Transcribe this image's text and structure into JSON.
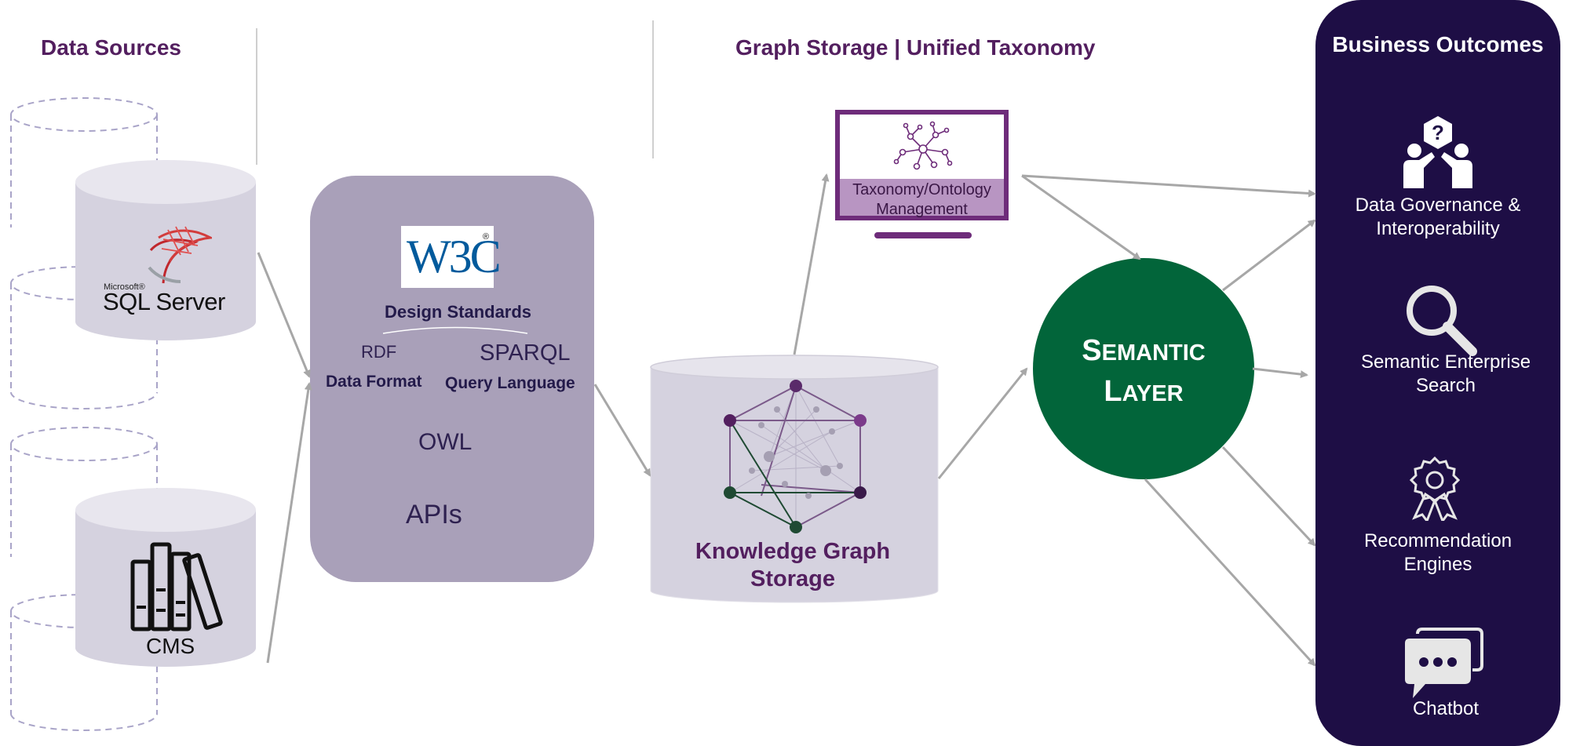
{
  "columns": {
    "data_sources": "Data Sources",
    "graph_storage": "Graph Storage | Unified Taxonomy",
    "business_outcomes": "Business Outcomes"
  },
  "sources": {
    "sql_server_small": "Microsoft®",
    "sql_server": "SQL Server",
    "cms": "CMS"
  },
  "standards": {
    "logo": "W3C",
    "logo_mark": "®",
    "design_standards": "Design Standards",
    "rdf": "RDF",
    "data_format": "Data Format",
    "sparql": "SPARQL",
    "query_language": "Query Language",
    "owl": "OWL",
    "apis": "APIs"
  },
  "storage": {
    "kg_line1": "Knowledge Graph",
    "kg_line2": "Storage",
    "tax_line1": "Taxonomy/Ontology",
    "tax_line2": "Management"
  },
  "semantic_layer": {
    "line1_big": "S",
    "line1_small": "EMANTIC",
    "line2_big": "L",
    "line2_small": "AYER"
  },
  "outcomes": [
    {
      "line1": "Data Governance &",
      "line2": "Interoperability",
      "icon": "people-question-icon"
    },
    {
      "line1": "Semantic Enterprise",
      "line2": "Search",
      "icon": "magnifier-icon"
    },
    {
      "line1": "Recommendation",
      "line2": "Engines",
      "icon": "award-ribbon-icon"
    },
    {
      "line1": "Chatbot",
      "line2": "",
      "icon": "chat-bubble-icon"
    }
  ],
  "colors": {
    "purple_dark": "#531f5f",
    "outcomes_panel": "#1e0e45",
    "standards_panel": "#a9a0b9",
    "cylinder": "#d5d2df",
    "semantic_green": "#02653a",
    "arrow": "#a7a7a7"
  }
}
